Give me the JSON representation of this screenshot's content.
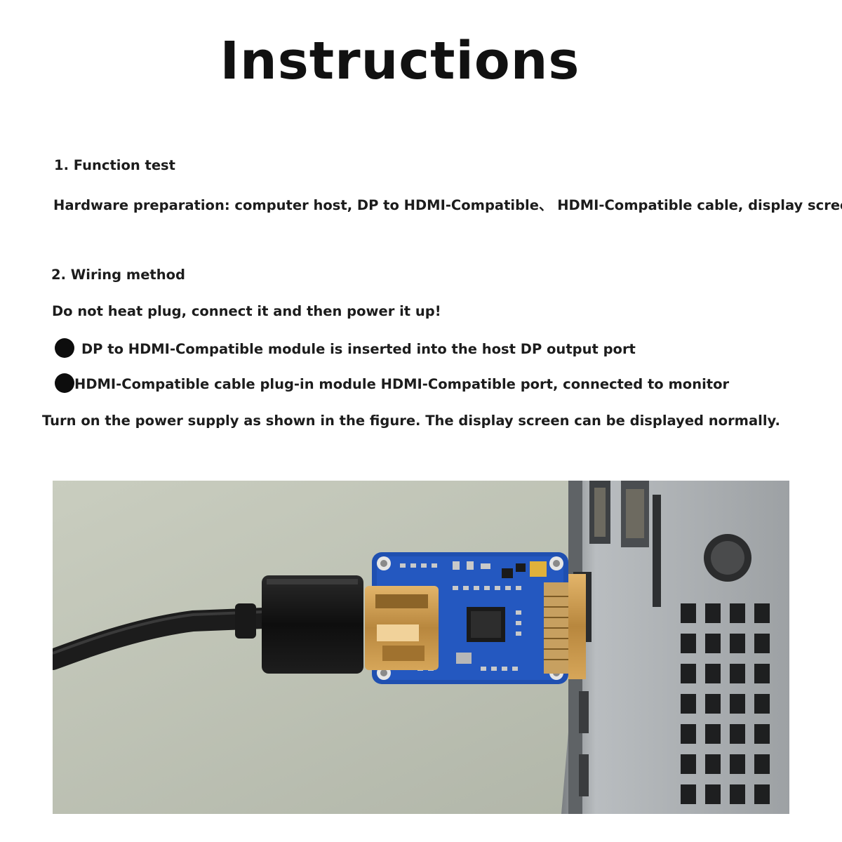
{
  "title": "Instructions",
  "section1": {
    "heading": "1. Function test",
    "hardware": "Hardware preparation: computer host, DP to HDMI-Compatible、  HDMI-Compatible cable, display screen"
  },
  "section2": {
    "heading": "2. Wiring method",
    "warning": "Do not heat plug, connect it and then power it up!",
    "bullets": [
      "DP to HDMI-Compatible module is inserted into the host DP output port",
      "HDMI-Compatible cable plug-in module HDMI-Compatible port, connected to monitor"
    ],
    "footer": "Turn on the power supply as shown in the figure. The display screen can be displayed normally."
  },
  "photo": {
    "subject": "DP to HDMI adapter board plugged into PC DP port with HDMI cable attached"
  }
}
